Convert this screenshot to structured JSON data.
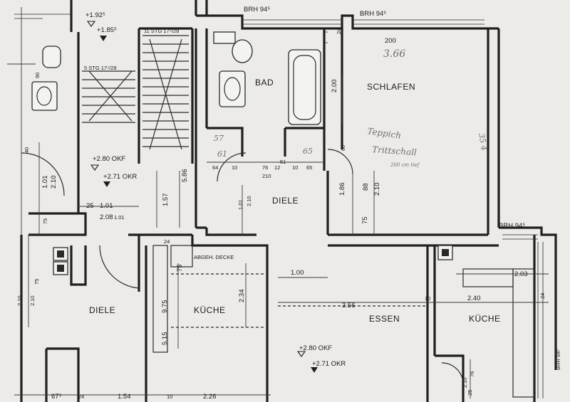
{
  "rooms": {
    "bad": "BAD",
    "schlafen": "SCHLAFEN",
    "diele_center": "DIELE",
    "diele_left": "DIELE",
    "kuche_left": "KÜCHE",
    "essen": "ESSEN",
    "kuche_right": "KÜCHE"
  },
  "notes": {
    "brh_top_1": "BRH 94⁵",
    "brh_top_2": "BRH 94⁵",
    "brh_right": "BRH 94⁵",
    "brh_right_vert": "BRH 94⁵",
    "stair_11": "11 STG 17⁵/28",
    "stair_5": "5 STG 17⁵/28",
    "level_top_1": "+1.92⁵",
    "level_top_2": "+1.85⁵",
    "okf_left": "+2.80 OKF",
    "okr_left": "+2.71 OKR",
    "okf_center": "+2.80 OKF",
    "okr_center": "+2.71 OKR",
    "abgeh_decke": "ABGEH. DECKE"
  },
  "dimensions": {
    "d1": "200",
    "d2": "3.66",
    "d3": "2.00",
    "d4": "1.57",
    "d5": "5.86",
    "d6": "1.01",
    "d7": "2.10",
    "d8": "1.01",
    "d9": "2.08",
    "d10": "25",
    "d11": "64",
    "d12": "10",
    "d13": "76",
    "d14": "12",
    "d15": "51",
    "d16": "10",
    "d17": "65",
    "d18": "210",
    "d19": "1.86",
    "d20": "88",
    "d21": "2.10",
    "d22": "75",
    "d23": "1.00",
    "d24": "3.56",
    "d25": "10",
    "d26": "2.40",
    "d27": "2.03",
    "d28": "9.75",
    "d29": "2.34",
    "d30": "5.15",
    "d31": "75",
    "d32": "1.54",
    "d33": "2.26",
    "d34": "67⁵",
    "d35": "24",
    "d36": "10",
    "d37": "2.10",
    "d38": "76",
    "d39": "25",
    "d40": "24",
    "d41": "40",
    "d42": "1.01",
    "d43": "2.10",
    "d44": "75",
    "d45": "90",
    "d46": "2.10",
    "d47": "24",
    "d48": "60",
    "d49": "1.01",
    "d50": "2.10",
    "d51": "75",
    "d52": "24"
  },
  "handwriting": {
    "h1": "Teppich",
    "h2": "Trittschall",
    "h3": "200 cm tief",
    "h4": "57",
    "h5": "61",
    "h6": "65",
    "h7": "35 4"
  }
}
